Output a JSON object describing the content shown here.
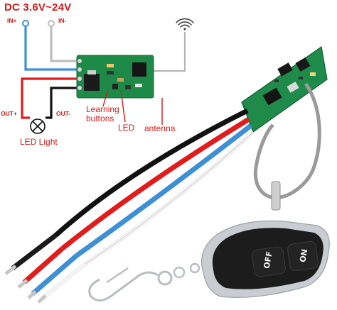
{
  "title": "DC 3.6V~24V",
  "terminals": {
    "in_plus": "IN+",
    "in_minus": "IN-",
    "out_plus": "OUT+",
    "out_minus": "OUT-"
  },
  "labels": {
    "learning_buttons": "Learning\nbuttons",
    "led": "LED",
    "antenna": "antenna",
    "led_light": "LED Light"
  },
  "remote": {
    "off_label": "OFF",
    "on_label": "ON"
  },
  "colors": {
    "wire_blue": "#3d8fd6",
    "wire_gray": "#a9a9a9",
    "wire_red": "#e21b1b",
    "wire_black": "#111111",
    "annotation": "#d71818",
    "pcb": "#1e8a48",
    "remote_body": "#1c1c1c",
    "keychain": "#b9bcc0"
  },
  "icons": [
    "wifi-signal-icon",
    "lamp-icon",
    "terminal-ring-icon"
  ]
}
